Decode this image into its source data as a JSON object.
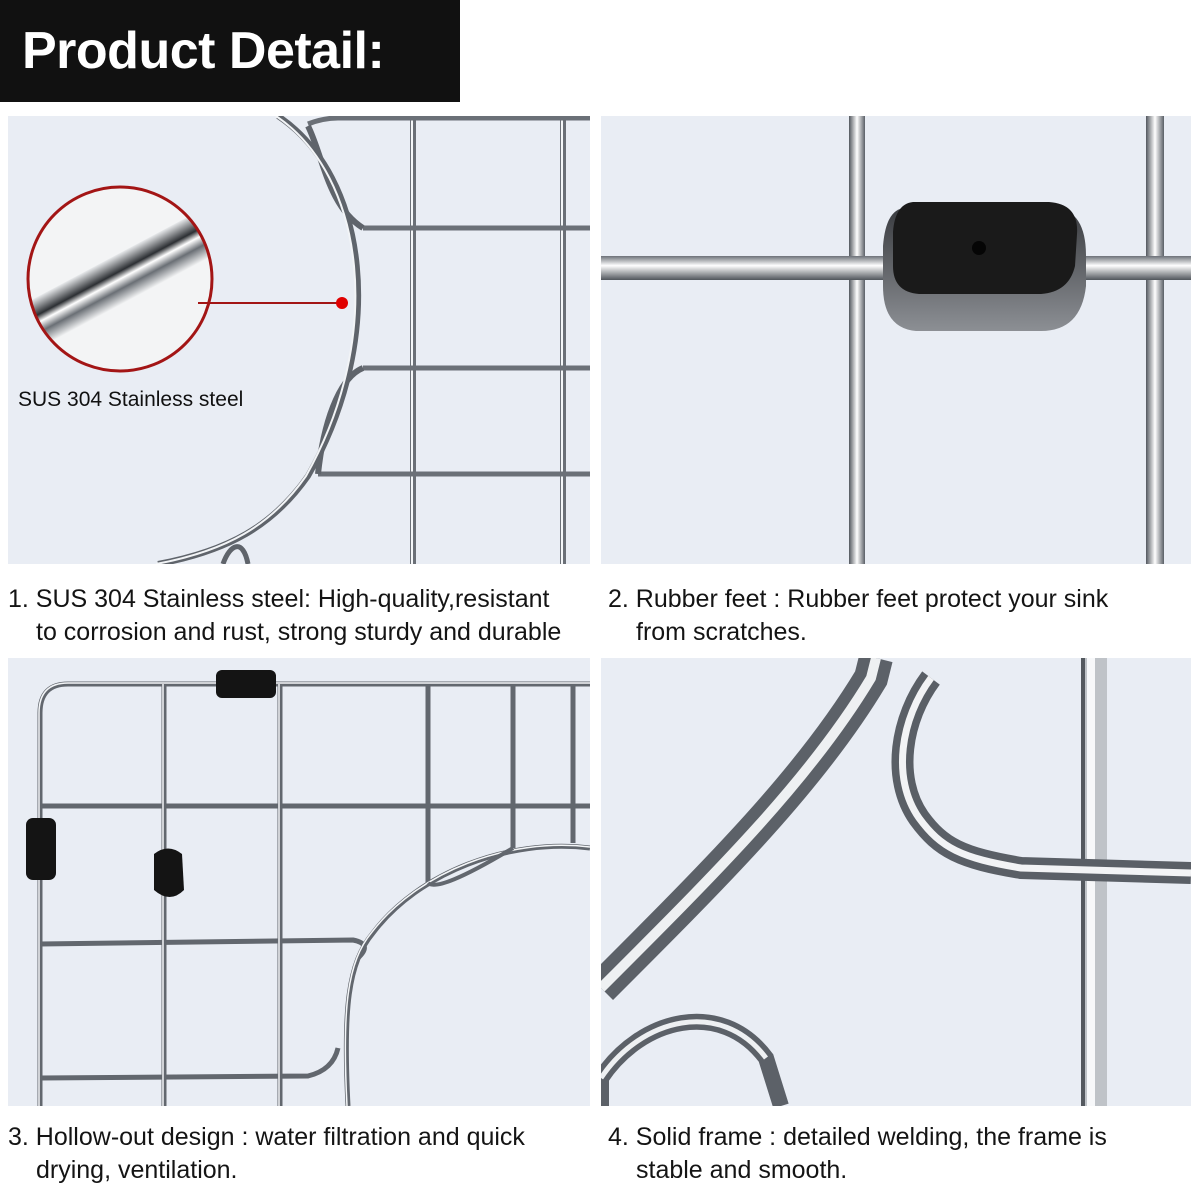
{
  "header": {
    "title": "Product Detail:"
  },
  "panels": [
    {
      "callout_label": "SUS 304 Stainless steel",
      "caption_line1": "1. SUS 304 Stainless steel: High-quality,resistant",
      "caption_line2": "to corrosion and rust, strong sturdy and durable"
    },
    {
      "caption_line1": "2. Rubber feet : Rubber feet protect your sink",
      "caption_line2": "from scratches."
    },
    {
      "caption_line1": "3. Hollow-out design : water filtration and quick",
      "caption_line2": "drying, ventilation."
    },
    {
      "caption_line1": "4. Solid frame : detailed welding, the frame is",
      "caption_line2": "stable and smooth."
    }
  ],
  "colors": {
    "header_bg": "#111111",
    "panel_bg": "#e9edf4",
    "callout_ring": "#a31515",
    "callout_dot": "#e00000",
    "rubber": "#1a1a1a"
  }
}
